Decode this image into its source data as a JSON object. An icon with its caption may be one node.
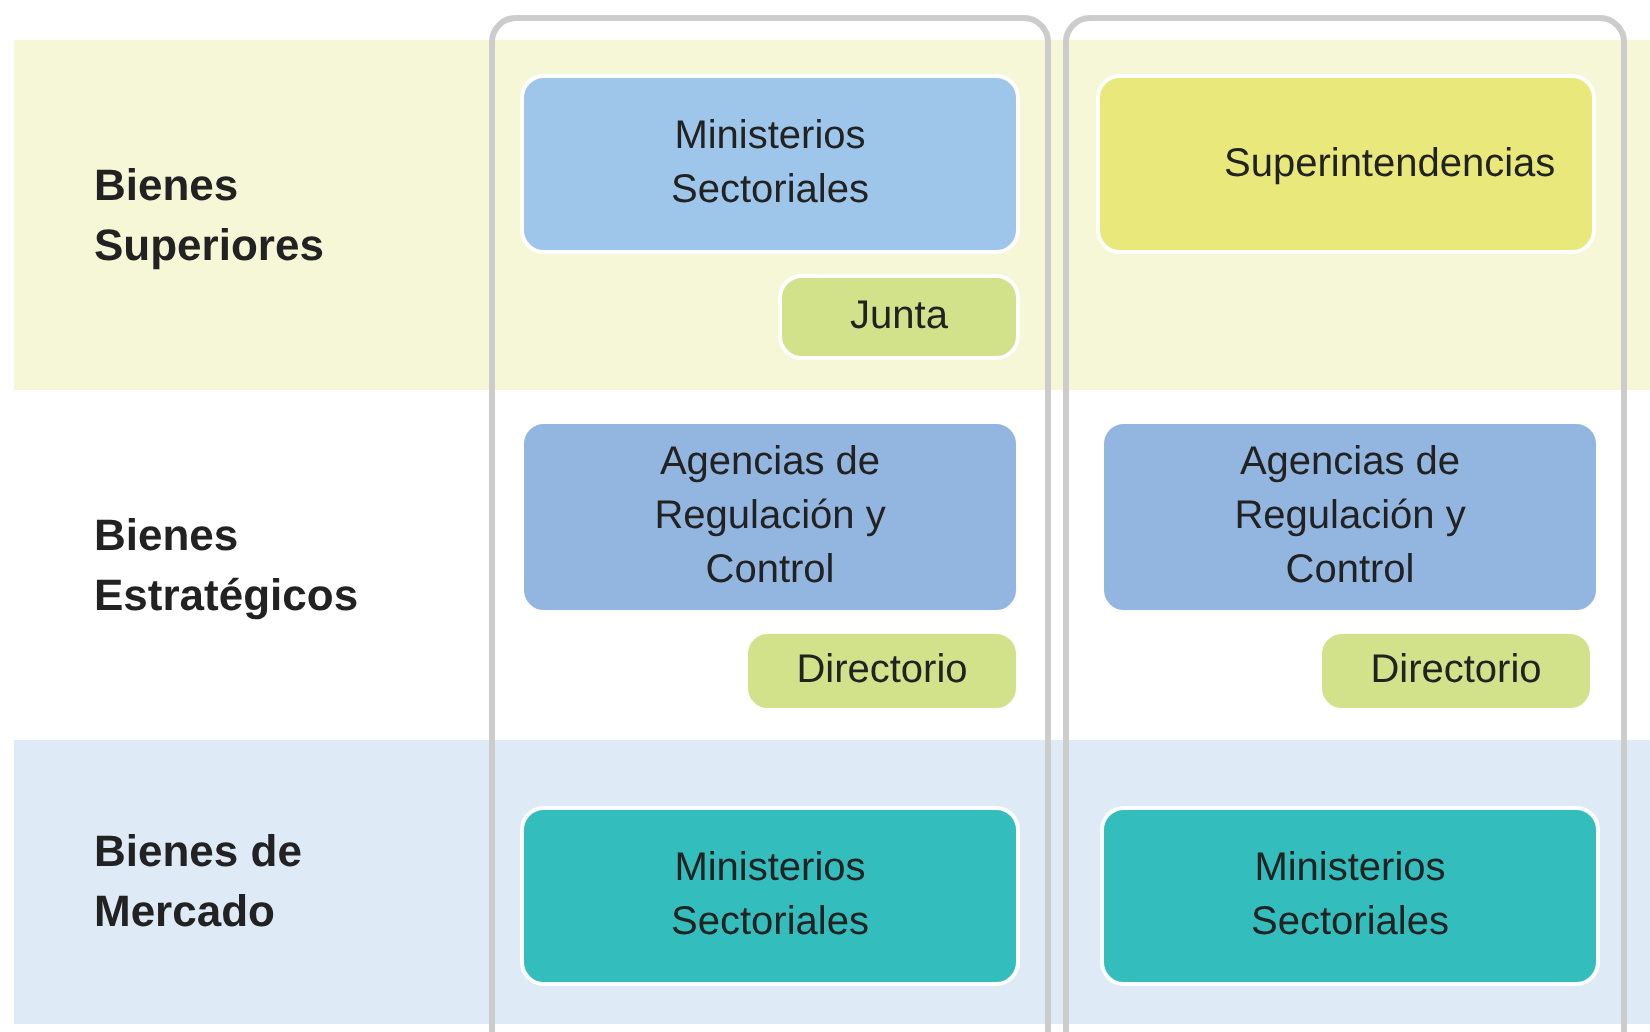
{
  "diagram": {
    "nodes": [
      {
        "text": [
          "Bienes Superiores"
        ]
      },
      {
        "text": [
          "Ministerios Sectoriales"
        ],
        "in": 0
      },
      {
        "text": [
          "Superintendencias"
        ],
        "in": 0
      },
      {
        "text": [
          "Junta"
        ],
        "in": 0
      },
      {
        "text": [
          "Bienes Estratégicos"
        ]
      },
      {
        "text": [
          "Agencias de Regulación y Control"
        ],
        "in": 4
      },
      {
        "text": [
          "Agencias de Regulación y Control"
        ],
        "in": 4
      },
      {
        "text": [
          "Directorio"
        ],
        "in": 4
      },
      {
        "text": [
          "Directorio"
        ],
        "in": 4
      },
      {
        "text": [
          "Bienes de Mercado"
        ]
      },
      {
        "text": [
          "Ministerios Sectoriales"
        ],
        "in": 9
      },
      {
        "text": [
          "Ministerios Sectoriales"
        ],
        "in": 9
      }
    ]
  }
}
